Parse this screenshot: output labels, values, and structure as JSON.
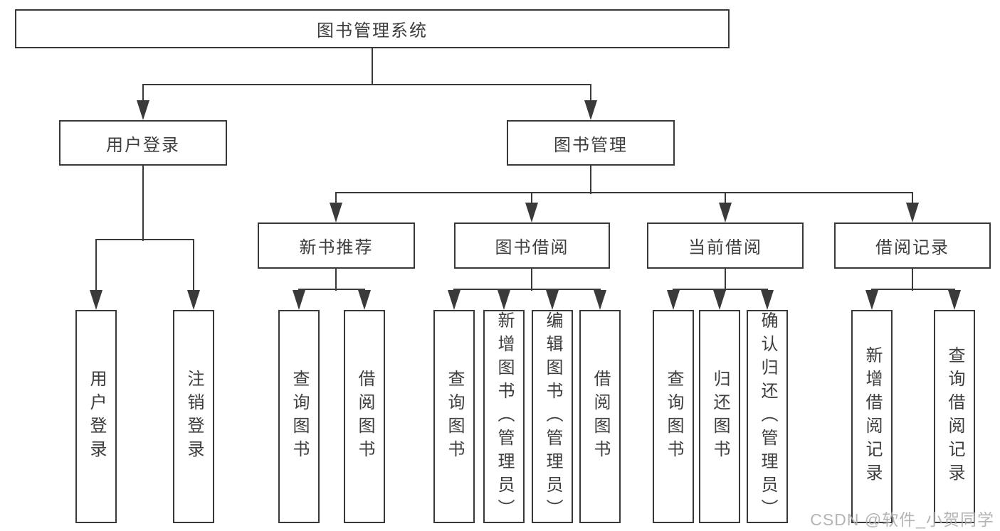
{
  "diagram_title": "图书管理系统",
  "nodes": {
    "root": {
      "label": "图书管理系统"
    },
    "login": {
      "label": "用户登录"
    },
    "mgmt": {
      "label": "图书管理"
    },
    "rec": {
      "label": "新书推荐"
    },
    "borrow": {
      "label": "图书借阅"
    },
    "current": {
      "label": "当前借阅"
    },
    "records": {
      "label": "借阅记录"
    },
    "u1": {
      "label": "用户登录"
    },
    "u2": {
      "label": "注销登录"
    },
    "a1": {
      "label": "查询图书"
    },
    "a2": {
      "label": "借阅图书"
    },
    "b1": {
      "label": "查询图书"
    },
    "b2": {
      "label": "新增图书（管理员）"
    },
    "b3": {
      "label": "编辑图书（管理员）"
    },
    "b4": {
      "label": "借阅图书"
    },
    "c1": {
      "label": "查询图书"
    },
    "c2": {
      "label": "归还图书"
    },
    "c3": {
      "label": "确认归还（管理员）"
    },
    "d1": {
      "label": "新增借阅记录"
    },
    "d2": {
      "label": "查询借阅记录"
    }
  },
  "edges": [
    [
      "root",
      "login"
    ],
    [
      "root",
      "mgmt"
    ],
    [
      "login",
      "u1"
    ],
    [
      "login",
      "u2"
    ],
    [
      "mgmt",
      "rec"
    ],
    [
      "mgmt",
      "borrow"
    ],
    [
      "mgmt",
      "current"
    ],
    [
      "mgmt",
      "records"
    ],
    [
      "rec",
      "a1"
    ],
    [
      "rec",
      "a2"
    ],
    [
      "borrow",
      "b1"
    ],
    [
      "borrow",
      "b2"
    ],
    [
      "borrow",
      "b3"
    ],
    [
      "borrow",
      "b4"
    ],
    [
      "current",
      "c1"
    ],
    [
      "current",
      "c2"
    ],
    [
      "current",
      "c3"
    ],
    [
      "records",
      "d1"
    ],
    [
      "records",
      "d2"
    ]
  ],
  "watermark": "CSDN @软件_小贺同学",
  "colors": {
    "line": "#3a3a3a",
    "border": "#383838",
    "text": "#3d3d3d",
    "watermark": "#acacac",
    "background": "#ffffff"
  }
}
